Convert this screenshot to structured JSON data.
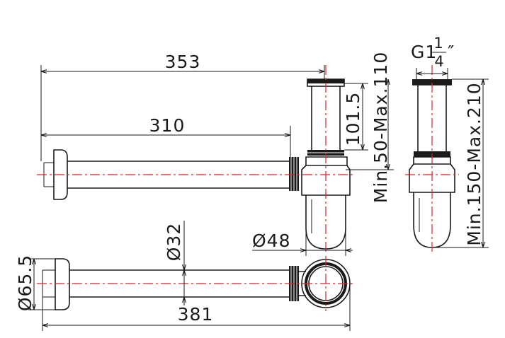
{
  "dimensions": {
    "length_353": "353",
    "length_310": "310",
    "length_381": "381",
    "height_101_5": "101.5",
    "height_range_small": "Min.50-Max.110",
    "height_range_large": "Min.150-Max.210",
    "diameter_32": "Ø32",
    "diameter_48": "Ø48",
    "diameter_65_5": "Ø65.5",
    "thread_prefix": "G1",
    "thread_numerator": "1",
    "thread_denominator": "4",
    "thread_suffix": "″"
  },
  "colors": {
    "line": "#1a1a1a",
    "centerline": "#e0232b",
    "background": "#ffffff"
  }
}
